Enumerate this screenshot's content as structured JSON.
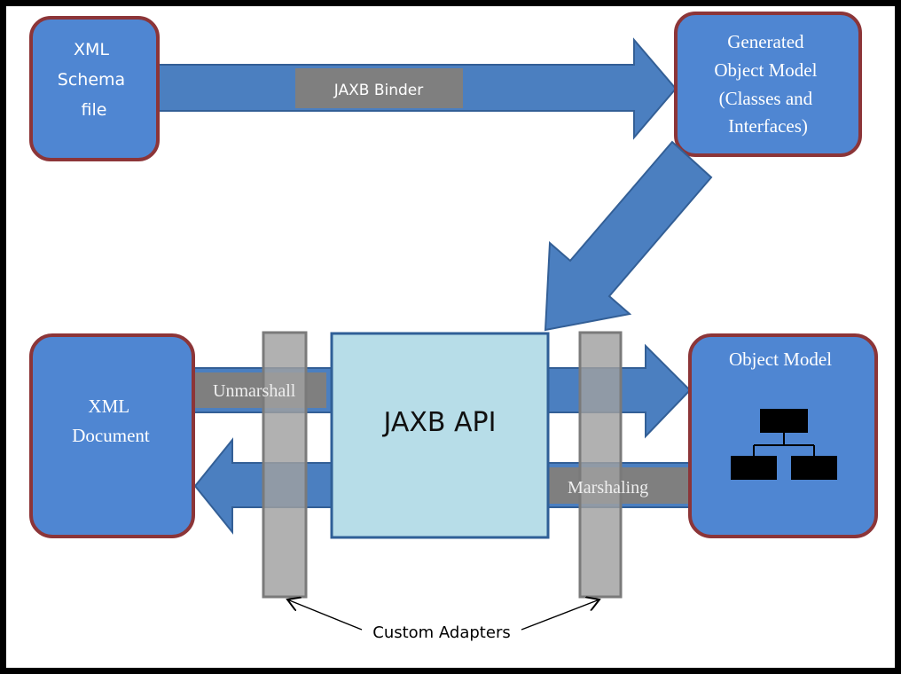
{
  "colors": {
    "box_fill": "#4f86d2",
    "box_border": "#8c3538",
    "arrow_fill": "#4b7fc0",
    "arrow_border": "#335f96",
    "label_fill": "#7f7f7f",
    "api_fill": "#b7dde8",
    "adapter_fill": "#a0a0a0"
  },
  "nodes": {
    "schema": {
      "lines": [
        "XML",
        "Schema",
        "file"
      ]
    },
    "generated": {
      "lines": [
        "Generated",
        "Object Model",
        "(Classes and",
        "Interfaces)"
      ]
    },
    "xml_document": {
      "lines": [
        "XML",
        "Document"
      ]
    },
    "object_model": {
      "title": "Object Model",
      "icon": "org-chart-icon"
    },
    "api": {
      "title": "JAXB API"
    }
  },
  "edges": {
    "binder": "JAXB Binder",
    "unmarshal": "Unmarshall",
    "marshal": "Marshaling"
  },
  "annotation": "Custom Adapters"
}
